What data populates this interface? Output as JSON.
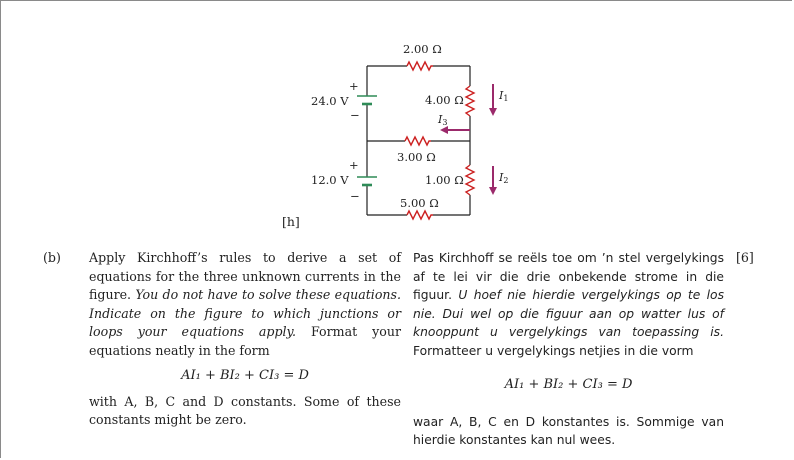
{
  "figure": {
    "label": "[h]",
    "r_top": "2.00 Ω",
    "r_right_top": "4.00 Ω",
    "r_middle": "3.00 Ω",
    "r_right_bottom": "1.00 Ω",
    "r_bottom": "5.00 Ω",
    "v_top": "24.0 V",
    "v_bottom": "12.0 V",
    "plus": "+",
    "minus": "−",
    "i1": "I",
    "i1_sub": "1",
    "i2": "I",
    "i2_sub": "2",
    "i3": "I",
    "i3_sub": "3",
    "colors": {
      "resistor": "#cc2222",
      "arrow": "#9b2a6b",
      "battery": "#2e8b57",
      "wire": "#222222"
    }
  },
  "question": {
    "part": "(b)",
    "marks": "[6]",
    "english": {
      "p1": "Apply Kirchhoff’s rules to derive a set of equations for the three unknown currents in the figure.",
      "p1_italic": "You do not have to solve these equations. Indicate on the figure to which junctions or loops your equations apply.",
      "p1_end": "Format your equations neatly in the form",
      "equation": "AI₁ + BI₂ + CI₃ = D",
      "p2": "with A, B, C and D constants. Some of these constants might be zero."
    },
    "afrikaans": {
      "p1": "Pas Kirchhoff se reëls toe om ’n stel vergelykings af te lei vir die drie onbekende strome in die figuur.",
      "p1_italic": "U hoef nie hierdie vergelykings op te los nie. Dui wel op die figuur aan op watter lus of knooppunt u vergelykings van toepassing is.",
      "p1_end": "Formatteer u vergelykings netjies in die vorm",
      "equation": "AI₁ + BI₂ + CI₃ = D",
      "p2": "waar A, B, C en D konstantes is. Sommige van hierdie konstantes kan nul wees."
    }
  }
}
